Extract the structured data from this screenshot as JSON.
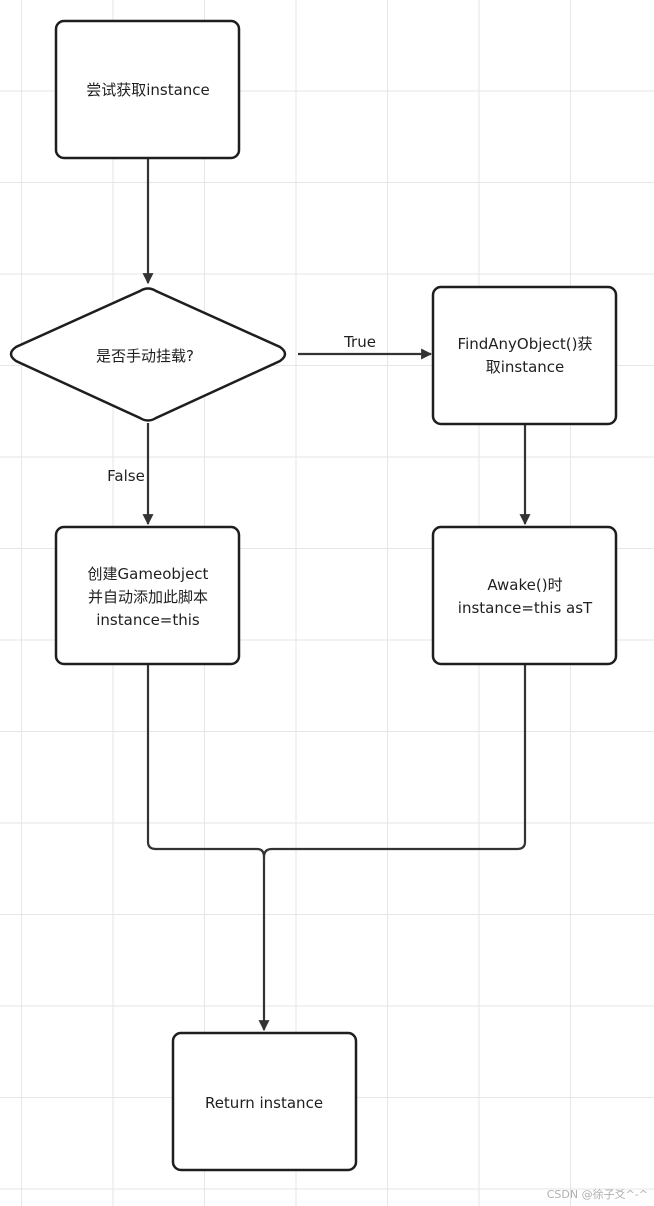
{
  "nodes": {
    "start": {
      "lines": [
        "尝试获取instance"
      ]
    },
    "decision": {
      "lines": [
        "是否手动挂载?"
      ]
    },
    "find": {
      "lines": [
        "FindAnyObject()获",
        "取instance"
      ]
    },
    "create": {
      "lines": [
        "创建Gameobject",
        "并自动添加此脚本",
        "instance=this"
      ]
    },
    "awake": {
      "lines": [
        "Awake()时",
        "instance=this asT"
      ]
    },
    "return": {
      "lines": [
        "Return instance"
      ]
    }
  },
  "edges": {
    "true_label": "True",
    "false_label": "False"
  },
  "watermark": "CSDN @徐子爻^-^"
}
